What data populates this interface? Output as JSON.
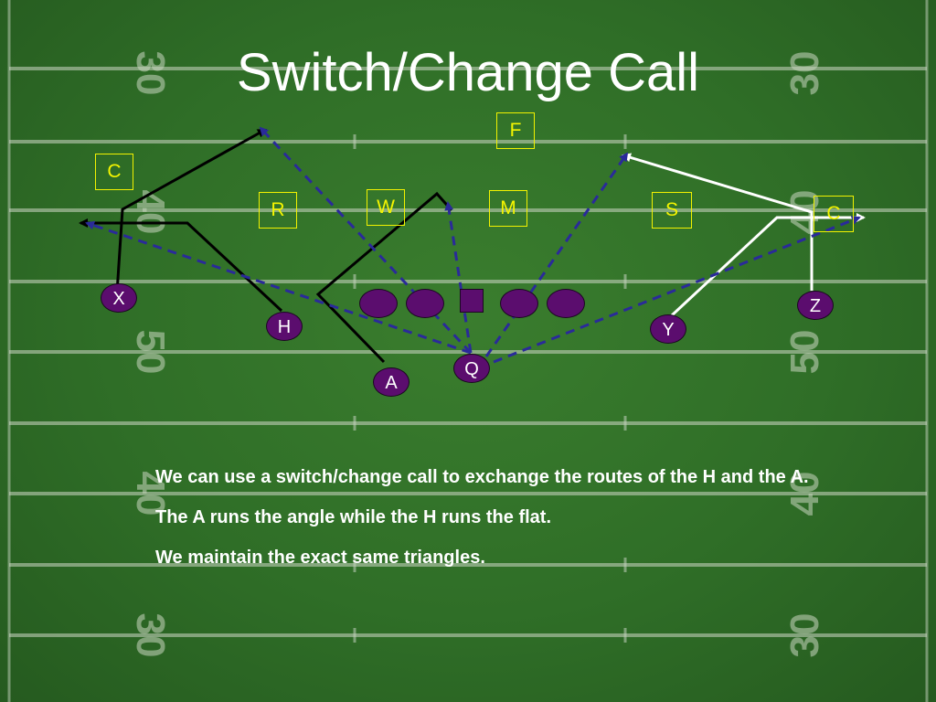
{
  "title": "Switch/Change Call",
  "field": {
    "yard_numbers": [
      "30",
      "40",
      "50",
      "40",
      "30"
    ]
  },
  "defense": {
    "F": "F",
    "C_left": "C",
    "R": "R",
    "W": "W",
    "M": "M",
    "S": "S",
    "C_right": "C"
  },
  "offense": {
    "X": "X",
    "H": "H",
    "A": "A",
    "Q": "Q",
    "Y": "Y",
    "Z": "Z"
  },
  "notes": [
    "We can use a switch/change call to exchange the routes of the H and the A.",
    "The A runs the angle while the H runs the flat.",
    "We maintain the exact same triangles."
  ],
  "colors": {
    "defense_box": "#f2f200",
    "player_fill": "#5b0d6e",
    "route_solid": "#000000",
    "route_white": "#ffffff",
    "route_dashed": "#2a2a9a"
  }
}
